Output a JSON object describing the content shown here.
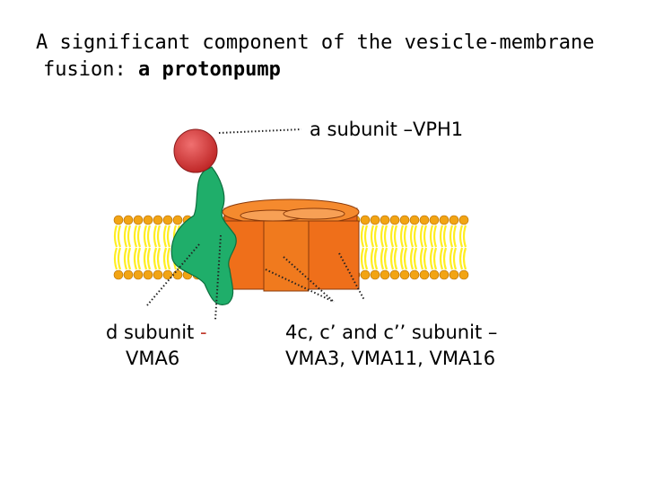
{
  "title": {
    "line1": "A significant component of the vesicle-membrane",
    "line2_prefix": "fusion:",
    "line2_bold": "a protonpump"
  },
  "labels": {
    "a_subunit": "a subunit –VPH1",
    "d_subunit_line1": "d subunit",
    "d_subunit_dash": "-",
    "d_subunit_line2": "VMA6",
    "c_subunit_line1": "4c, c’ and c’’ subunit –",
    "c_subunit_line2": "VMA3, VMA11, VMA16"
  },
  "colors": {
    "green_subunit": "#1fae6a",
    "red_ball": "#d23a3a",
    "orange_ring": "#f07a1e",
    "lipid_head": "#f2a414",
    "lipid_tail": "#ffee22"
  }
}
